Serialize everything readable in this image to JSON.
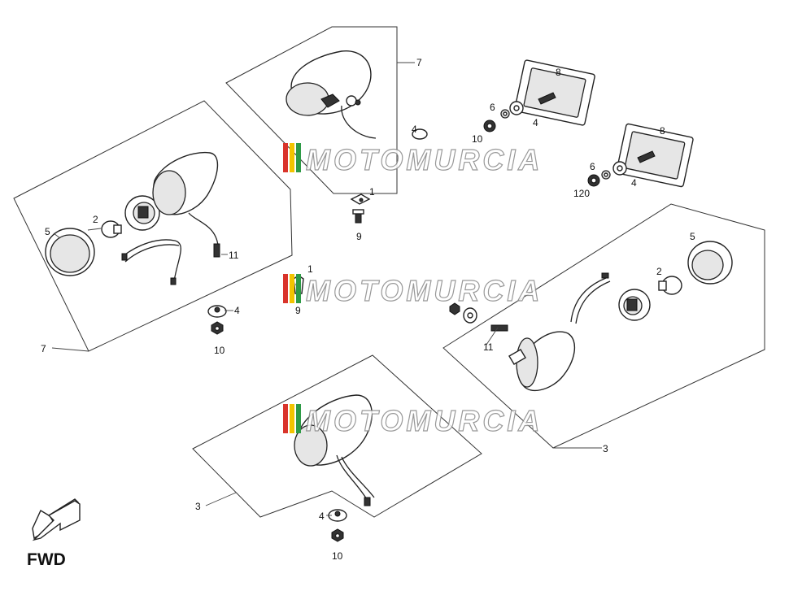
{
  "diagram": {
    "callouts": [
      {
        "id": "c7a",
        "text": "7"
      },
      {
        "id": "c8a",
        "text": "8"
      },
      {
        "id": "c6a",
        "text": "6"
      },
      {
        "id": "c4a",
        "text": "4"
      },
      {
        "id": "c4b",
        "text": "4"
      },
      {
        "id": "c10a",
        "text": "10"
      },
      {
        "id": "c1a",
        "text": "1"
      },
      {
        "id": "c9a",
        "text": "9"
      },
      {
        "id": "c8b",
        "text": "8"
      },
      {
        "id": "c6b",
        "text": "6"
      },
      {
        "id": "c120",
        "text": "120"
      },
      {
        "id": "c4c",
        "text": "4"
      },
      {
        "id": "c5a",
        "text": "5"
      },
      {
        "id": "c2a",
        "text": "2"
      },
      {
        "id": "c11a",
        "text": "11"
      },
      {
        "id": "c4d",
        "text": "4"
      },
      {
        "id": "c10b",
        "text": "10"
      },
      {
        "id": "c7b",
        "text": "7"
      },
      {
        "id": "c1b",
        "text": "1"
      },
      {
        "id": "c9b",
        "text": "9"
      },
      {
        "id": "c5b",
        "text": "5"
      },
      {
        "id": "c2b",
        "text": "2"
      },
      {
        "id": "c11b",
        "text": "11"
      },
      {
        "id": "c3a",
        "text": "3"
      },
      {
        "id": "c3b",
        "text": "3"
      },
      {
        "id": "c4e",
        "text": "4"
      },
      {
        "id": "c10c",
        "text": "10"
      }
    ],
    "direction_label": "FWD",
    "watermark": "MOTOMURCIA",
    "colors": {
      "line": "#222222",
      "watermark_red": "#d9342b",
      "watermark_yellow": "#f2c400",
      "watermark_green": "#2e9a46"
    }
  }
}
